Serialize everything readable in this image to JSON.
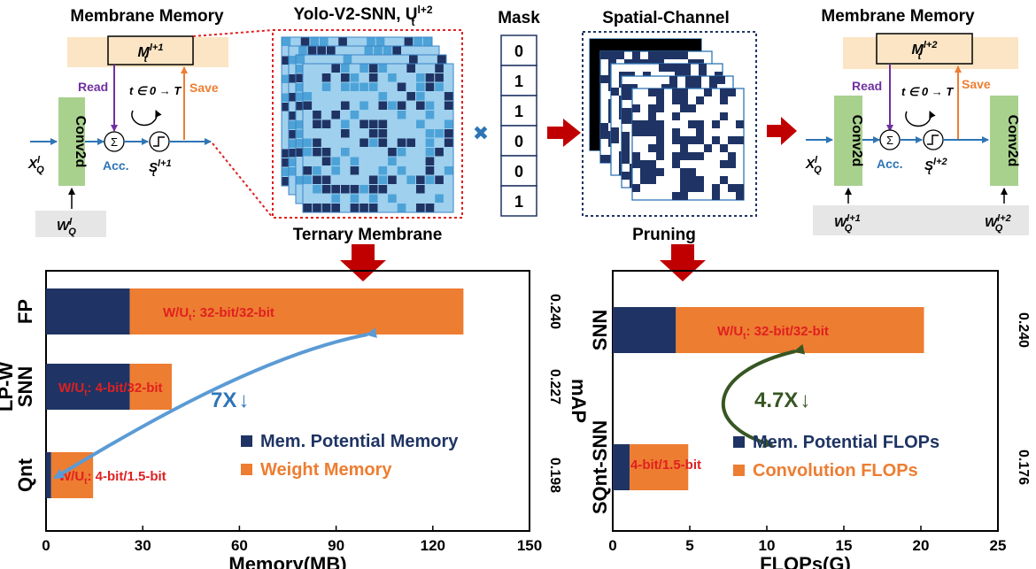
{
  "colors": {
    "navy": "#1f3464",
    "orange": "#ed7d31",
    "green_box": "#a9d18e",
    "yellow_band": "#fbe5c4",
    "purple": "#7030a0",
    "blue_text": "#2e75b6",
    "red": "#e02020",
    "dark_red": "#c00000",
    "dark_green": "#375623",
    "light_blue_arrow": "#5b9bd5",
    "grid_light": "#4da3d8",
    "grid_dark": "#1f3464"
  },
  "top": {
    "left_block": {
      "title": "Membrane Memory",
      "memory_label": "M",
      "memory_sup": "l+1",
      "memory_sub": "t",
      "read": "Read",
      "save": "Save",
      "loop": "t ∈ 0 → T",
      "conv": "Conv2d",
      "acc": "Acc.",
      "sum_symbol": "Σ",
      "input_x": "X",
      "input_x_sup": "l",
      "input_x_sub": "Q",
      "weight": "W",
      "weight_sup": "l",
      "weight_sub": "Q",
      "spike": "S",
      "spike_sup": "l+1",
      "spike_sub": "t"
    },
    "yolo_title": "Yolo-V2-SNN, U",
    "yolo_title_sup": "l+2",
    "yolo_title_sub": "t",
    "ternary_label": "Ternary Membrane",
    "mask_title": "Mask",
    "mask_values": [
      "0",
      "1",
      "1",
      "0",
      "0",
      "1"
    ],
    "multiply_symbol": "✖",
    "spatial_title": "Spatial-Channel",
    "pruning_label": "Pruning",
    "right_block": {
      "title": "Membrane Memory",
      "memory_label": "M",
      "memory_sup": "l+2",
      "memory_sub": "t",
      "read": "Read",
      "save": "Save",
      "loop": "t ∈ 0 → T",
      "conv_left": "Conv2d",
      "conv_right": "Conv2d",
      "acc": "Acc.",
      "sum_symbol": "Σ",
      "input_x": "X",
      "input_x_sup": "l",
      "input_x_sub": "Q",
      "weight_left": "W",
      "weight_left_sup": "l+1",
      "weight_left_sub": "Q",
      "weight_right": "W",
      "weight_right_sup": "l+2",
      "weight_right_sub": "Q",
      "spike": "S",
      "spike_sup": "l+2",
      "spike_sub": "t"
    }
  },
  "chart_data": [
    {
      "type": "bar",
      "orientation": "horizontal",
      "stacked": true,
      "xlabel": "Memory(MB)",
      "ylabel_right": "mAP",
      "xlim": [
        0,
        150
      ],
      "xticks": [
        "0",
        "30",
        "60",
        "90",
        "120",
        "150"
      ],
      "categories": [
        "FP",
        "LP-W SNN",
        "Qnt"
      ],
      "category_labels": [
        [
          "FP"
        ],
        [
          "LP-W",
          "SNN"
        ],
        [
          "Qnt"
        ]
      ],
      "series": [
        {
          "name": "Mem. Potential Memory",
          "values": [
            26,
            26,
            1.6
          ]
        },
        {
          "name": "Weight Memory",
          "values": [
            103.5,
            13,
            13
          ]
        }
      ],
      "bar_labels": [
        "W/U",
        "W/U",
        "W/U"
      ],
      "bar_label_subs": [
        "t",
        "t",
        "t"
      ],
      "bar_label_values": [
        ": 32-bit/32-bit",
        ": 4-bit/32-bit",
        ": 4-bit/1.5-bit"
      ],
      "map_values": [
        "0.240",
        "0.227",
        "0.198"
      ],
      "annotation": "7X",
      "annotation_arrow": "↓",
      "legend_position": "bottom-right",
      "grid": false
    },
    {
      "type": "bar",
      "orientation": "horizontal",
      "stacked": true,
      "xlabel": "FLOPs(G)",
      "ylabel_right": "mAP",
      "xlim": [
        0,
        25
      ],
      "xticks": [
        "0",
        "5",
        "10",
        "15",
        "20",
        "25"
      ],
      "categories": [
        "SNN",
        "SQnt-SNN"
      ],
      "category_labels": [
        [
          "SNN"
        ],
        [
          "SQnt-SNN"
        ]
      ],
      "series": [
        {
          "name": "Mem. Potential FLOPs",
          "values": [
            4.1,
            1.1
          ]
        },
        {
          "name": "Convolution FLOPs",
          "values": [
            16.1,
            3.8
          ]
        }
      ],
      "bar_labels": [
        "W/U",
        ""
      ],
      "bar_label_subs": [
        "t",
        ""
      ],
      "bar_label_values": [
        ": 32-bit/32-bit",
        "4-bit/1.5-bit"
      ],
      "map_values": [
        "0.240",
        "0.176"
      ],
      "annotation": "4.7X",
      "annotation_arrow": "↓",
      "legend_position": "bottom-right",
      "grid": false
    }
  ]
}
